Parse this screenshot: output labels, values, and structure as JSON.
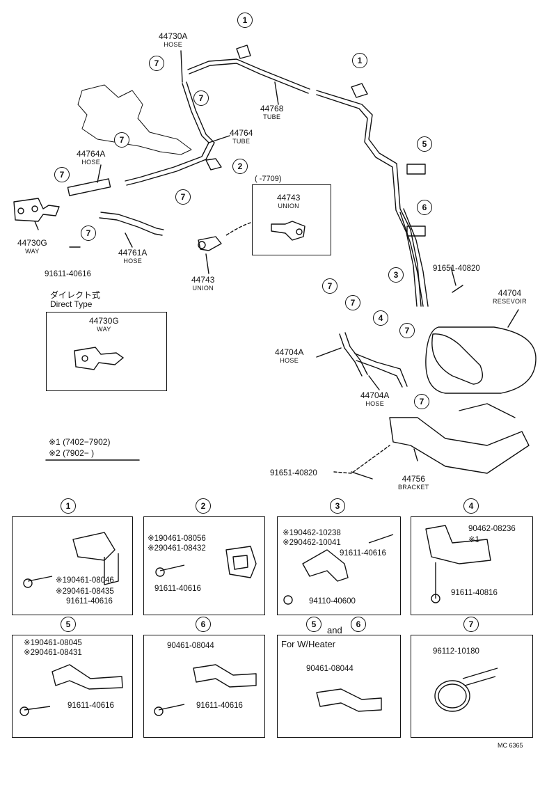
{
  "callouts": {
    "c1": "1",
    "c2": "2",
    "c3": "3",
    "c4": "4",
    "c5": "5",
    "c6": "6",
    "c7": "7"
  },
  "parts": {
    "p44730A": {
      "num": "44730A",
      "name": "HOSE"
    },
    "p44768": {
      "num": "44768",
      "name": "TUBE"
    },
    "p44764": {
      "num": "44764",
      "name": "TUBE"
    },
    "p44764A": {
      "num": "44764A",
      "name": "HOSE"
    },
    "p44730G": {
      "num": "44730G",
      "name": "WAY"
    },
    "p44761A": {
      "num": "44761A",
      "name": "HOSE"
    },
    "p44743": {
      "num": "44743",
      "name": "UNION"
    },
    "p44743box": {
      "num": "44743",
      "name": "UNION",
      "range": "(     -7709)"
    },
    "p44704": {
      "num": "44704",
      "name": "RESEVOIR"
    },
    "p44704A1": {
      "num": "44704A",
      "name": "HOSE"
    },
    "p44704A2": {
      "num": "44704A",
      "name": "HOSE"
    },
    "p44756": {
      "num": "44756",
      "name": "BRACKET"
    },
    "b91611": "91611-40616",
    "b91651a": "91651-40820",
    "b91651b": "91651-40820"
  },
  "direct": {
    "jp": "ダイレクト式",
    "en": "Direct Type",
    "num": "44730G",
    "name": "WAY"
  },
  "notes": {
    "n1": "※1 (7402−7902)",
    "n2": "※2 (7902−        )"
  },
  "details": {
    "d1": {
      "a": "※190461-08046",
      "b": "※290461-08435",
      "c": "91611-40616"
    },
    "d2": {
      "a": "※190461-08056",
      "b": "※290461-08432",
      "c": "91611-40616"
    },
    "d3": {
      "a": "※190462-10238",
      "b": "※290462-10041",
      "c": "91611-40616",
      "d": "94110-40600"
    },
    "d4": {
      "a": "90462-08236",
      "b": "※1",
      "c": "91611-40816"
    },
    "d5": {
      "a": "※190461-08045",
      "b": "※290461-08431",
      "c": "91611-40616"
    },
    "d6": {
      "a": "90461-08044",
      "b": "91611-40616"
    },
    "d56": {
      "and": "and",
      "heater": "For W/Heater",
      "a": "90461-08044"
    },
    "d7": {
      "a": "96112-10180"
    }
  },
  "code": "MC 6365"
}
